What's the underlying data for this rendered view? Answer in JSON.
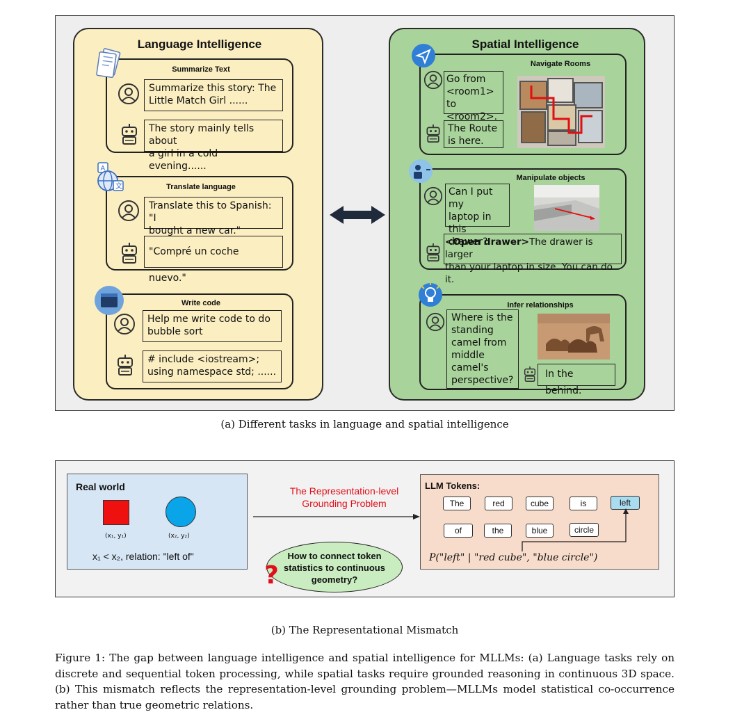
{
  "figure_a": {
    "language": {
      "title": "Language Intelligence",
      "summarize": {
        "title": "Summarize Text",
        "user": "Summarize this story: The\nLittle Match Girl ......",
        "bot": "The story mainly tells about\na girl in a cold evening......"
      },
      "translate": {
        "title": "Translate language",
        "user": "Translate this to Spanish: \"I\nbought a new car.\"",
        "bot": "\"Compré un coche nuevo.\""
      },
      "code": {
        "title": "Write code",
        "user": "Help me write code to do\nbubble sort",
        "bot": "# include <iostream>;\nusing namespace std;    ......"
      }
    },
    "spatial": {
      "title": "Spatial Intelligence",
      "navigate": {
        "title": "Navigate Rooms",
        "user": "Go from\n<room1> to\n<room2>.",
        "bot": "The Route\nis here."
      },
      "manipulate": {
        "title": "Manipulate objects",
        "user": "Can I put my\nlaptop in\nthis drawer?",
        "bot_action": "<Open drawer>",
        "bot": "The drawer is larger\nthan your laptop in size. You can do it."
      },
      "infer": {
        "title": "Infer relationships",
        "user": "Where is the\nstanding\ncamel from\nmiddle\ncamel's\nperspective?",
        "bot": "In the behind."
      }
    },
    "caption": "(a) Different tasks in language and spatial intelligence"
  },
  "figure_b": {
    "real_world": {
      "title": "Real world",
      "coord1": "(x₁, y₁)",
      "coord2": "(x₂, y₂)",
      "relation": "x₁ < x₂, relation: \"left of\""
    },
    "problem": "The Representation-level\nGrounding Problem",
    "question": "How to connect token\nstatistics to continuous\ngeometry?",
    "question_mark": "?",
    "tokens_title": "LLM Tokens:",
    "tokens_row1": [
      "The",
      "red",
      "cube",
      "is",
      "left"
    ],
    "tokens_row2": [
      "of",
      "the",
      "blue",
      "circle"
    ],
    "formula": "P(\"left\" | \"red cube\", \"blue circle\")",
    "caption": "(b) The Representational Mismatch"
  },
  "figure_caption": "Figure 1: The gap between language intelligence and spatial intelligence for MLLMs: (a) Language tasks rely on discrete and sequential token processing, while spatial tasks require grounded reasoning in continuous 3D space. (b) This mismatch reflects the representation-level grounding problem—MLLMs model statistical co-occurrence rather than true geometric relations.",
  "colors": {
    "language_bg": "#fbeec1",
    "spatial_bg": "#a8d39a",
    "real_world_bg": "#d6e6f5",
    "tokens_bg": "#f8dccb",
    "problem_text": "#e0101a",
    "red_square": "#ef1010",
    "blue_circle": "#0aa4e8"
  }
}
